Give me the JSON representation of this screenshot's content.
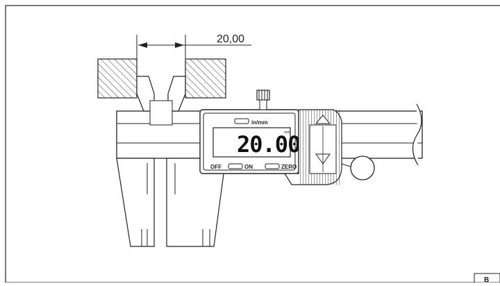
{
  "figure": {
    "dimension_label": "20,00",
    "display_reading": "20.00",
    "display_unit_mark": "mm",
    "buttons": {
      "inmm": "in/mm",
      "off": "OFF",
      "on": "ON",
      "zero": "ZERO"
    },
    "corner_label": "B"
  }
}
